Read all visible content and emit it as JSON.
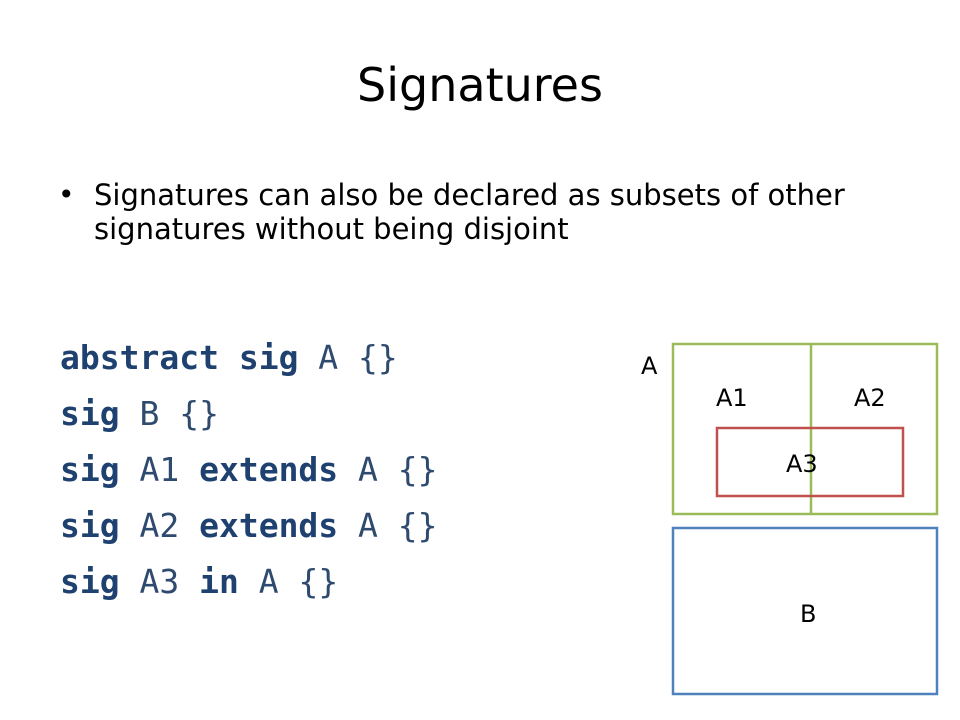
{
  "slide": {
    "title": "Signatures",
    "bullets": [
      "Signatures can also be declared as subsets of other signatures without being disjoint"
    ]
  },
  "code": {
    "lines": [
      [
        {
          "t": "abstract",
          "kw": true
        },
        {
          "t": " "
        },
        {
          "t": "sig",
          "kw": true
        },
        {
          "t": " A {}"
        }
      ],
      [
        {
          "t": "sig",
          "kw": true
        },
        {
          "t": " B {}"
        }
      ],
      [
        {
          "t": "sig",
          "kw": true
        },
        {
          "t": " A1 "
        },
        {
          "t": "extends",
          "kw": true
        },
        {
          "t": " A {}"
        }
      ],
      [
        {
          "t": "sig",
          "kw": true
        },
        {
          "t": " A2 "
        },
        {
          "t": "extends",
          "kw": true
        },
        {
          "t": " A {}"
        }
      ],
      [
        {
          "t": "sig",
          "kw": true
        },
        {
          "t": " A3 "
        },
        {
          "t": "in",
          "kw": true
        },
        {
          "t": " A {}"
        }
      ]
    ]
  },
  "diagram": {
    "labels": {
      "a": "A",
      "a1": "A1",
      "a2": "A2",
      "a3": "A3",
      "b": "B"
    },
    "colors": {
      "a": "#9bbb59",
      "a3": "#c0504d",
      "b": "#4f81bd"
    }
  }
}
